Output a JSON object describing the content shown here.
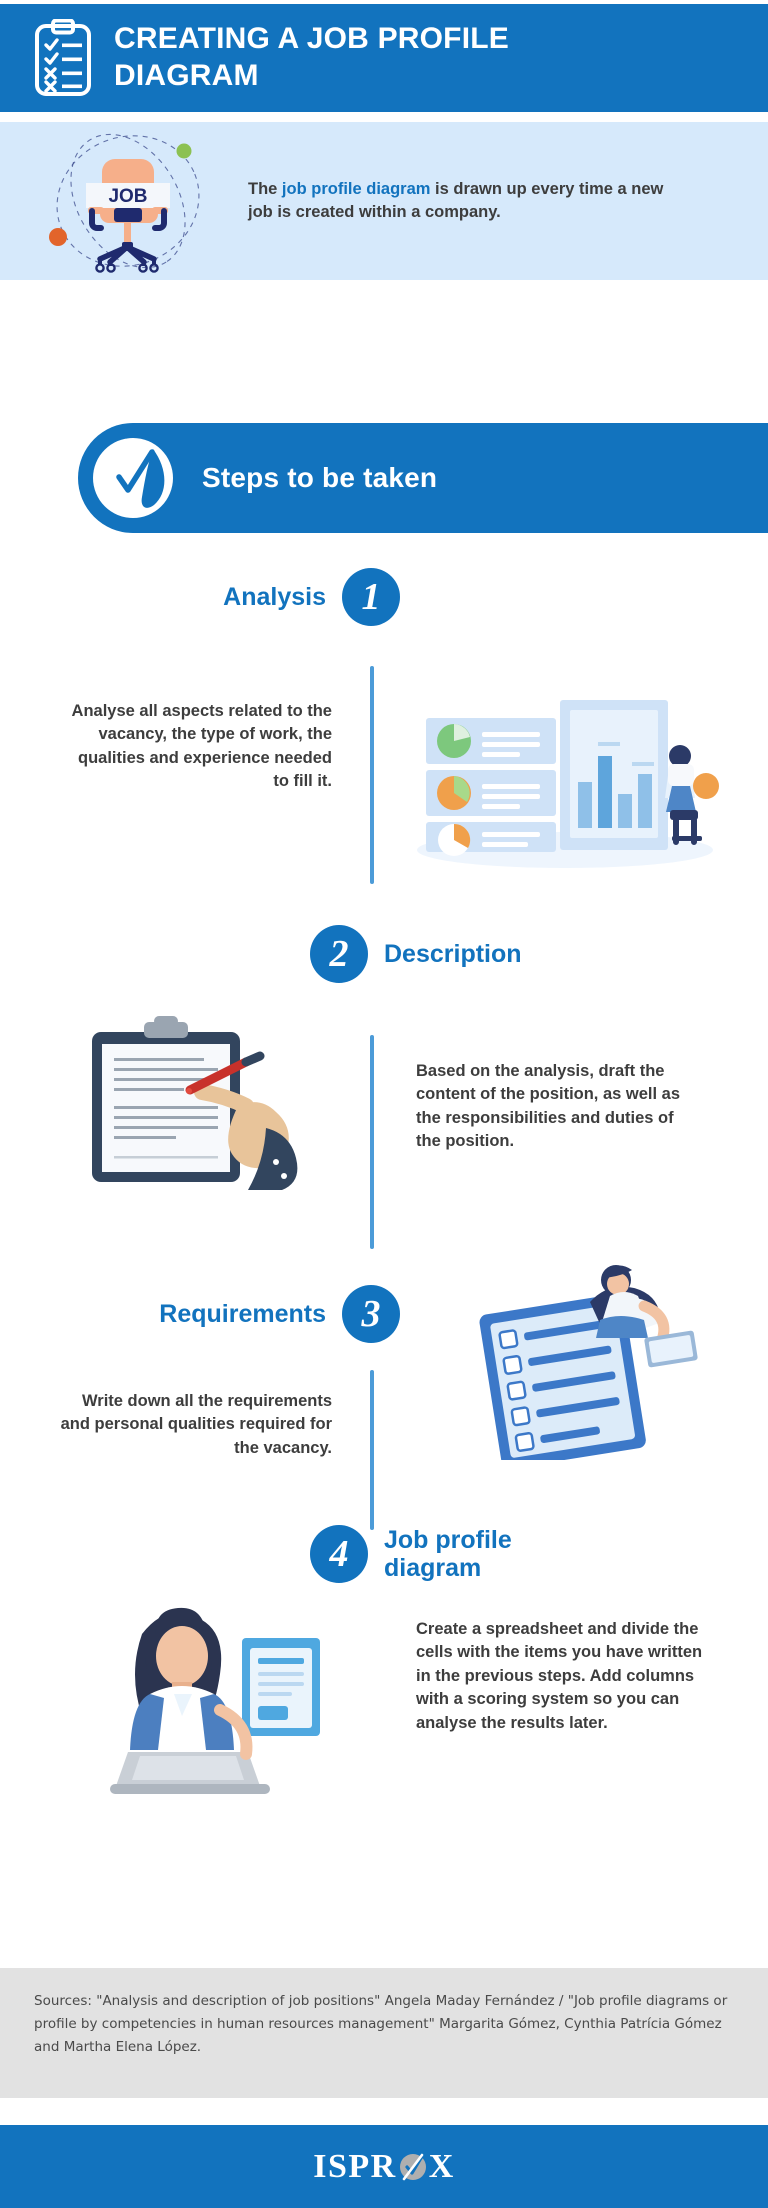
{
  "header": {
    "title": "CREATING A JOB PROFILE DIAGRAM",
    "icon": "clipboard-checklist-icon"
  },
  "intro": {
    "text_before": "The ",
    "highlight": "job profile diagram",
    "text_after": " is drawn up every time a new job is created within a company.",
    "illustration": "office-chair-with-job-sign",
    "chair_label": "JOB"
  },
  "steps_banner": {
    "label": "Steps to be taken",
    "icon": "check-circle-icon"
  },
  "steps": [
    {
      "number": "1",
      "title": "Analysis",
      "body": "Analyse all aspects related to the vacancy, the type of work, the qualities and experience needed to fill it.",
      "illustration": "data-dashboard-charts-illustration",
      "align": "right"
    },
    {
      "number": "2",
      "title": "Description",
      "body": "Based on the analysis, draft the content of the position, as well as the responsibilities and duties of the position.",
      "illustration": "clipboard-hand-writing-illustration",
      "align": "left"
    },
    {
      "number": "3",
      "title": "Requirements",
      "body": "Write down all the requirements and personal qualities required for the vacancy.",
      "illustration": "checklist-tablet-person-illustration",
      "align": "right"
    },
    {
      "number": "4",
      "title": "Job profile diagram",
      "body": "Create a spreadsheet and divide the cells with the items you have written in the previous steps. Add columns with a scoring system so you can analyse the results later.",
      "illustration": "woman-laptop-document-illustration",
      "align": "left"
    }
  ],
  "sources": {
    "text": "Sources: \"Analysis and description of job positions\" Angela Maday Fernández / \"Job profile diagrams or profile by competencies in human resources management\" Margarita Gómez, Cynthia Patrícia Gómez and Martha Elena López."
  },
  "footer": {
    "logo_part1": "ISPR",
    "logo_part2": "X",
    "logo_mark": "check-circle-logo-icon"
  },
  "colors": {
    "brand_blue": "#1273BE",
    "light_blue_bg": "#D6E9FB",
    "line_blue": "#4C9BD8",
    "text_dark": "#3D3D3D",
    "sources_bg": "#E2E2E2",
    "navy": "#1F2A6E",
    "peach": "#F6AF8A",
    "green": "#8CC152",
    "orange": "#E2642B"
  }
}
